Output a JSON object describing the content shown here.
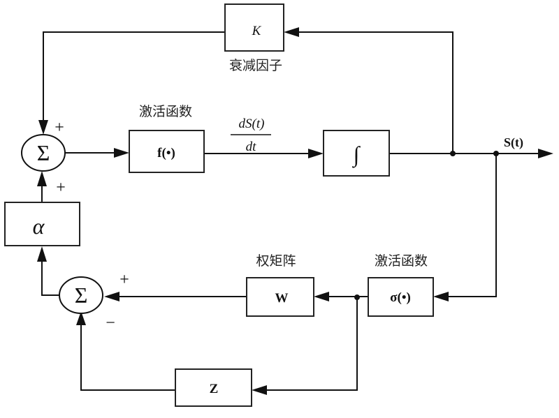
{
  "diagram": {
    "type": "block-diagram",
    "blocks": {
      "decay": {
        "symbol": "K",
        "caption": "衰减因子"
      },
      "activation_f": {
        "symbol": "f(•)",
        "caption": "激活函数"
      },
      "integrator": {
        "symbol": "∫"
      },
      "alpha": {
        "symbol": "α"
      },
      "weight": {
        "symbol": "W",
        "caption": "权矩阵"
      },
      "activation_sigma": {
        "symbol": "σ(•)",
        "caption": "激活函数"
      },
      "z": {
        "symbol": "Z"
      }
    },
    "summers": {
      "top": {
        "symbol": "Σ",
        "sign_top": "+",
        "sign_bottom": "+"
      },
      "bottom": {
        "symbol": "Σ",
        "sign_right": "+",
        "sign_bottom": "−"
      }
    },
    "signals": {
      "derivative_num": "dS(t)",
      "derivative_den": "dt",
      "output": "S(t)"
    }
  }
}
